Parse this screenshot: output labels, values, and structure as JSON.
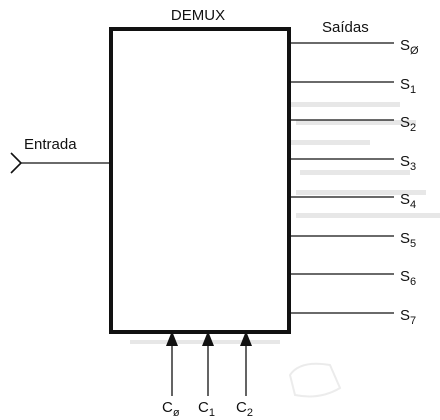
{
  "diagram": {
    "title": "DEMUX",
    "outputs_heading": "Saídas",
    "input_label": "Entrada",
    "outputs": [
      {
        "name": "S",
        "sub": "Ø"
      },
      {
        "name": "S",
        "sub": "1"
      },
      {
        "name": "S",
        "sub": "2"
      },
      {
        "name": "S",
        "sub": "3"
      },
      {
        "name": "S",
        "sub": "4"
      },
      {
        "name": "S",
        "sub": "5"
      },
      {
        "name": "S",
        "sub": "6"
      },
      {
        "name": "S",
        "sub": "7"
      }
    ],
    "controls": [
      {
        "name": "C",
        "sub": "ø"
      },
      {
        "name": "C",
        "sub": "1"
      },
      {
        "name": "C",
        "sub": "2"
      }
    ]
  }
}
